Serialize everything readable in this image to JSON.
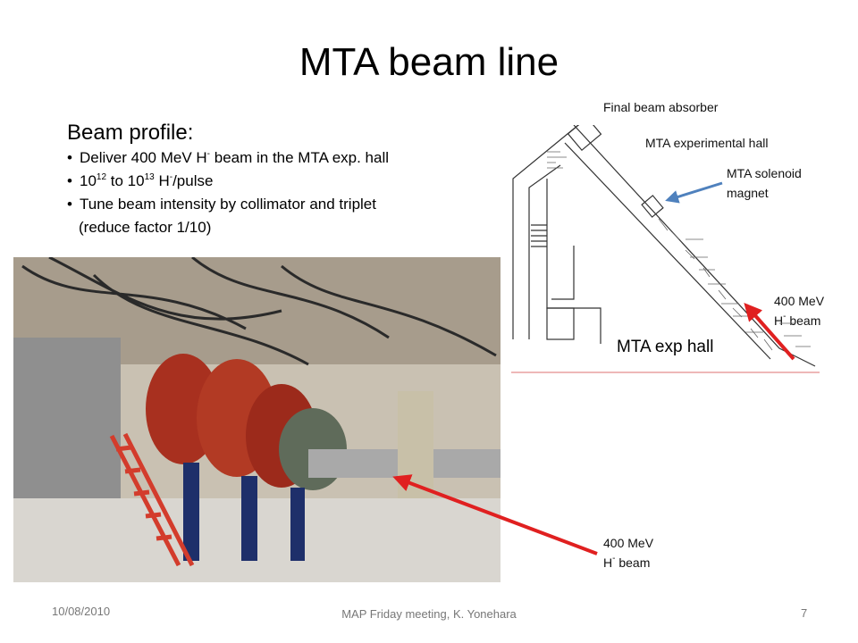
{
  "slide": {
    "title": "MTA beam line",
    "beam_profile": {
      "heading": "Beam profile:",
      "bullet1": {
        "a": "Deliver 400 MeV H",
        "sup": "-",
        "b": " beam in the MTA exp. hall"
      },
      "bullet2": {
        "a": "10",
        "sup1": "12",
        "b": " to 10",
        "sup2": "13",
        "c": " H",
        "sup3": "-",
        "d": "/pulse"
      },
      "bullet3": "Tune beam intensity by collimator and triplet",
      "bullet3_cont": "(reduce factor 1/10)"
    },
    "diagram_labels": {
      "absorber": "Final beam absorber",
      "exp_hall": "MTA experimental hall",
      "solenoid_line1": "MTA solenoid",
      "solenoid_line2": "magnet",
      "beam_energy": "400 MeV",
      "beam_h": "H",
      "beam_sup": "-",
      "beam_word": " beam",
      "hall_big": "MTA exp hall"
    },
    "photo_labels": {
      "beam_energy": "400 MeV",
      "beam_h": "H",
      "beam_sup": "-",
      "beam_word": " beam"
    },
    "footer": {
      "date": "10/08/2010",
      "meeting": "MAP Friday meeting, K. Yonehara",
      "page": "7"
    },
    "colors": {
      "arrow_red": "#e02020",
      "arrow_blue": "#4f81bd",
      "floor_line": "#e8a0a0"
    }
  }
}
